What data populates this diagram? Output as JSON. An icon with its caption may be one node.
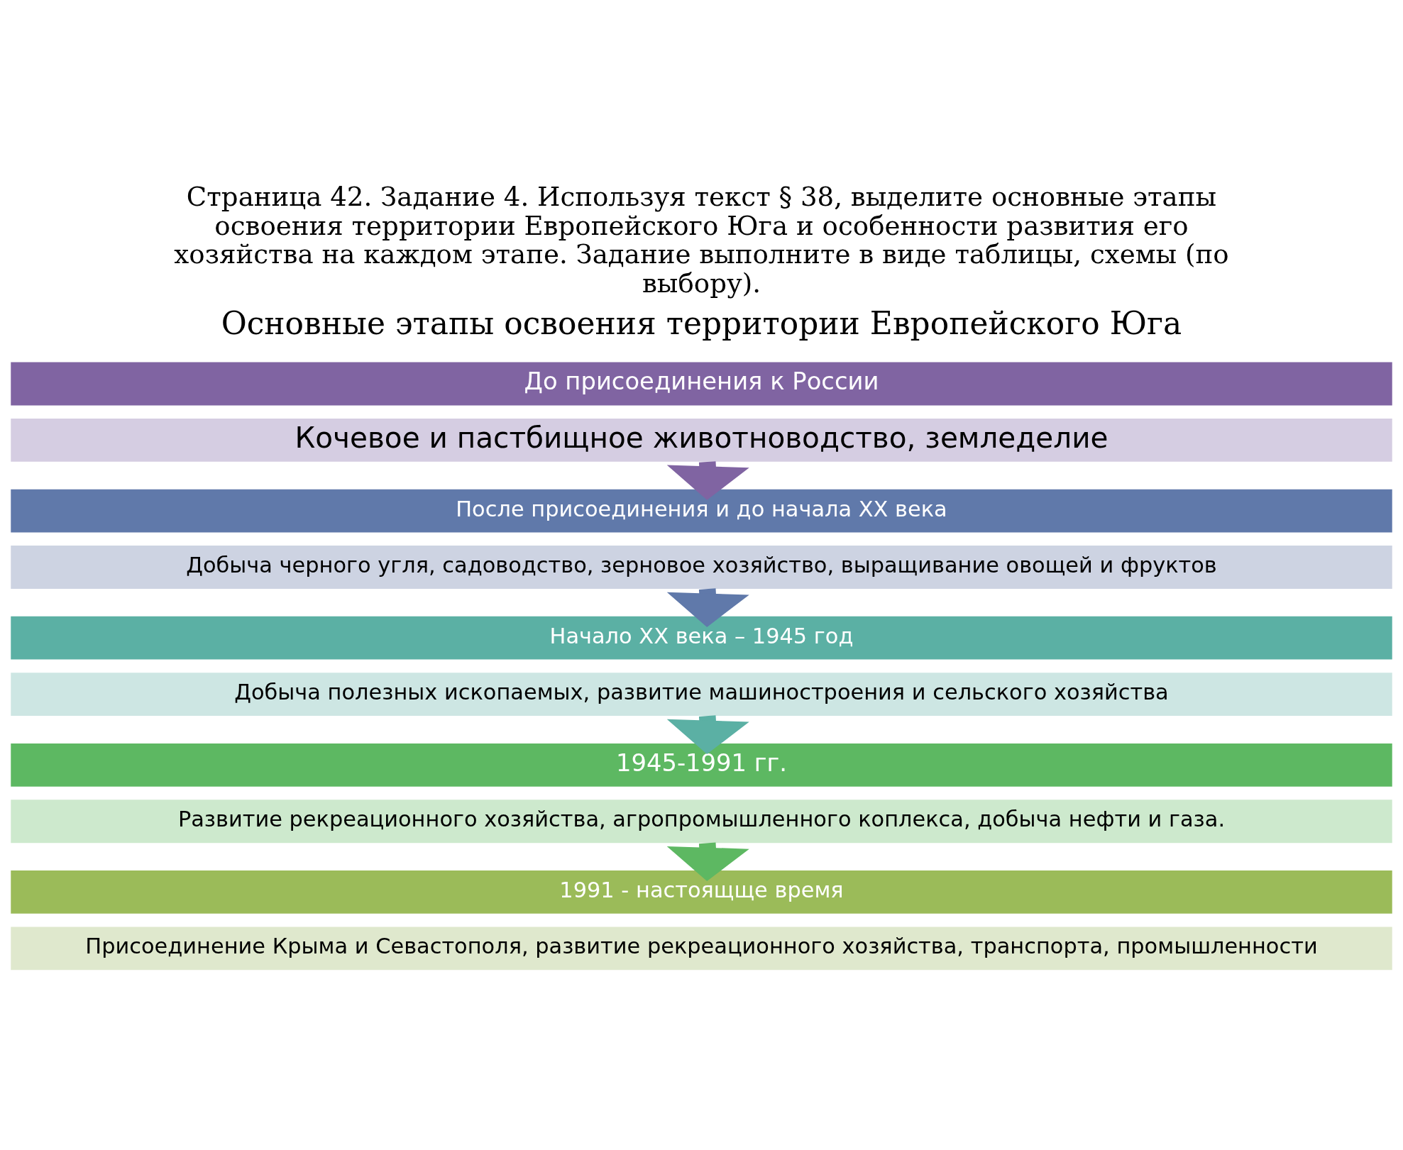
{
  "diagram": {
    "title": "Страница 42. Задание 4. Используя текст § 38, выделите основные этапы освоения территории Европейского Юга и особенности развития его хозяйства на каждом этапе. Задание выполните в виде таблицы, схемы (по выбору).",
    "nodes": [
      {
        "text": [
          "До присоединения к России"
        ]
      },
      {
        "text": [
          "Кочевое и пастбищное животноводство, земледелие"
        ]
      },
      {
        "text": [
          "После присоединения и до начала XX века"
        ]
      },
      {
        "text": [
          "Добыча черного угля, садоводство, зерновое хозяйство, выращивание овощей и фруктов"
        ]
      },
      {
        "text": [
          "Начало XX века – 1945 год"
        ]
      },
      {
        "text": [
          "Добыча полезных ископаемых, развитие машиностроения и сельского хозяйства"
        ]
      },
      {
        "text": [
          "1945-1991 гг."
        ]
      },
      {
        "text": [
          "Развитие рекреационного хозяйства, агропромышленного коплекса, добыча нефти и газа."
        ]
      },
      {
        "text": [
          "1991 - настоящще время"
        ]
      },
      {
        "text": [
          "Присоединение Крыма и Севастополя, развитие рекреационного хозяйства, транспорта, промышленности"
        ]
      }
    ],
    "edges": [
      {
        "from": 1,
        "to": 2,
        "arrow": "to",
        "color": "#8064a2"
      },
      {
        "from": 3,
        "to": 4,
        "arrow": "to",
        "color": "#6079aa"
      },
      {
        "from": 5,
        "to": 6,
        "arrow": "to",
        "color": "#5bb0a4"
      },
      {
        "from": 7,
        "to": 8,
        "arrow": "to",
        "color": "#5db862"
      }
    ],
    "labels": [
      "Основные этапы освоения территории Европейского Юга"
    ]
  }
}
